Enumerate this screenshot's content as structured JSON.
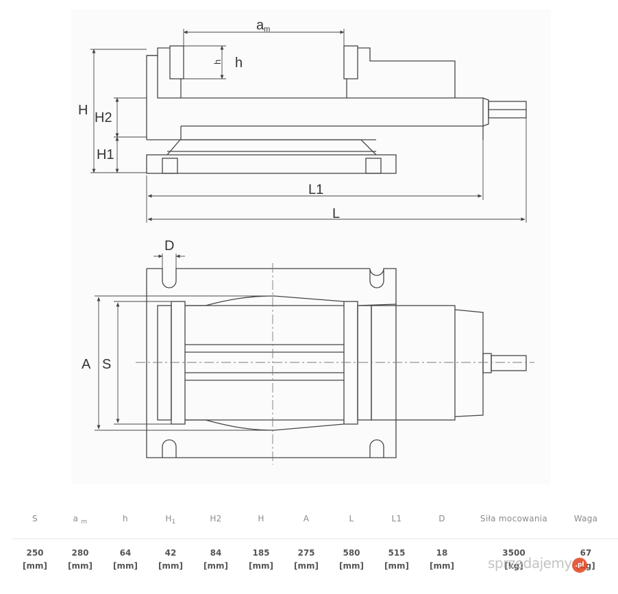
{
  "diagram": {
    "labels": {
      "am_main": "a",
      "am_sub": "m",
      "h_small": "h",
      "h": "h",
      "H": "H",
      "H2": "H2",
      "H1": "H1",
      "L1": "L1",
      "L": "L",
      "D": "D",
      "A": "A",
      "S": "S"
    },
    "stroke_color": "#444444",
    "dash_color": "#7a7a7a"
  },
  "table": {
    "headers": {
      "S": "S",
      "am_main": "a",
      "am_sub": "m",
      "h": "h",
      "H1_main": "H",
      "H1_sub": "1",
      "H2": "H2",
      "H": "H",
      "A": "A",
      "L": "L",
      "L1": "L1",
      "D": "D",
      "force": "Siła mocowania",
      "weight": "Waga"
    },
    "values": {
      "S": "250",
      "am": "280",
      "h": "64",
      "H1": "42",
      "H2": "84",
      "H": "185",
      "A": "275",
      "L": "580",
      "L1": "515",
      "D": "18",
      "force": "3500",
      "weight": "67"
    },
    "units": {
      "mm": "[mm]",
      "force": "[kg]",
      "weight": "[kg]"
    }
  },
  "watermark": {
    "text": "sprzedajemy",
    "badge": ".pl"
  }
}
